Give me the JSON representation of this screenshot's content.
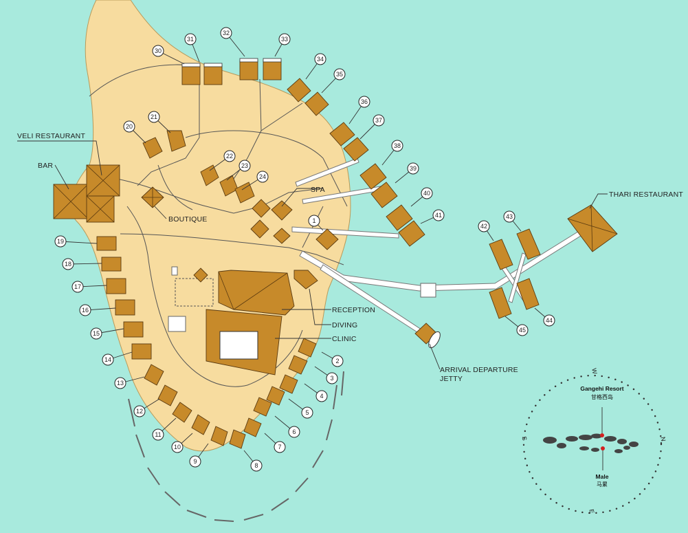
{
  "map": {
    "colors": {
      "water": "#a8eadd",
      "island": "#f7dc9f",
      "roof": "#c78a2a",
      "reef": "#666666"
    },
    "labels": {
      "veli_restaurant": "VELI RESTAURANT",
      "bar": "BAR",
      "boutique": "BOUTIQUE",
      "spa": "SPA",
      "reception": "RECEPTION",
      "diving": "DIVING",
      "clinic": "CLINIC",
      "jetty_line1": "ARRIVAL DEPARTURE",
      "jetty_line2": "JETTY",
      "thari_restaurant": "THARI RESTAURANT"
    },
    "villas": [
      "1",
      "2",
      "3",
      "4",
      "5",
      "6",
      "7",
      "8",
      "9",
      "10",
      "11",
      "12",
      "13",
      "14",
      "15",
      "16",
      "17",
      "18",
      "19",
      "20",
      "21",
      "22",
      "23",
      "24",
      "30",
      "31",
      "32",
      "33",
      "34",
      "35",
      "36",
      "37",
      "38",
      "39",
      "40",
      "41",
      "42",
      "43",
      "44",
      "45"
    ]
  },
  "inset": {
    "resort_name": "Gangehi Resort",
    "resort_name_cn": "甘格西岛",
    "capital_name": "Male",
    "capital_name_cn": "马累",
    "dir_w": "W",
    "dir_n": "N",
    "dir_s": "S",
    "dir_e": "E"
  }
}
